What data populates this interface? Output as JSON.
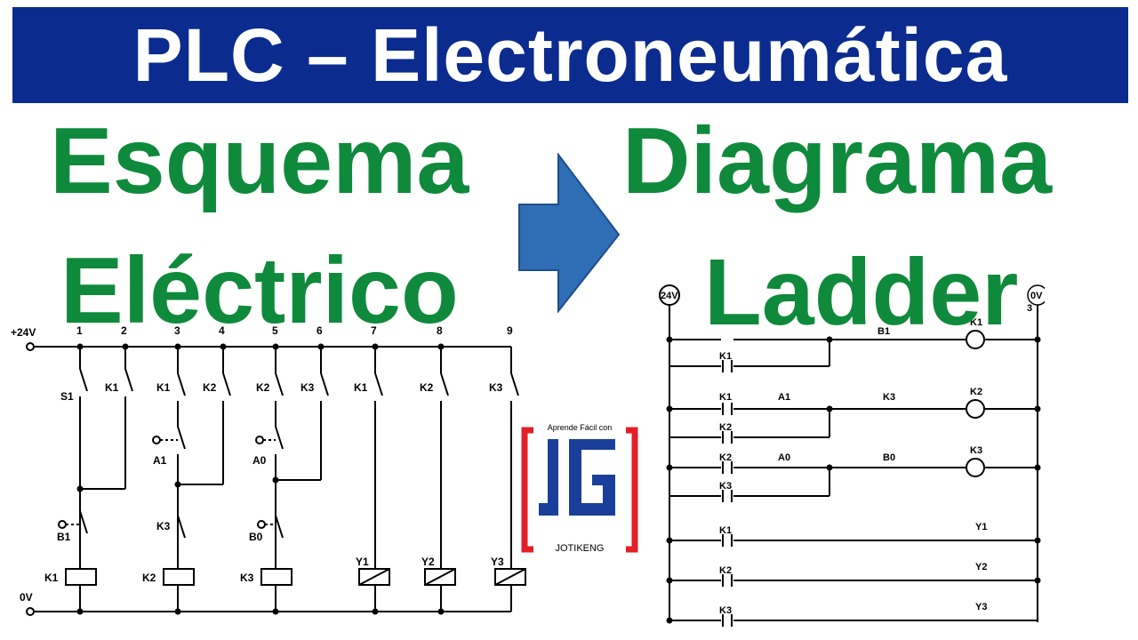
{
  "banner": {
    "title": "PLC – Electroneumática"
  },
  "headings": {
    "left_line1": "Esquema",
    "left_line2": "Eléctrico",
    "right_line1": "Diagrama",
    "right_line2": "Ladder"
  },
  "colors": {
    "banner_bg": "#0b2b8f",
    "heading_green": "#0f8a3c",
    "arrow_blue": "#2f6db5",
    "logo_blue": "#1a3f9a",
    "logo_red": "#e41e26"
  },
  "electric": {
    "supply_top": "+24V",
    "supply_bottom": "0V",
    "columns": [
      "1",
      "2",
      "3",
      "4",
      "5",
      "6",
      "7",
      "8",
      "9"
    ],
    "row1": [
      "S1",
      "K1",
      "K1",
      "K2",
      "K2",
      "K3",
      "K1",
      "K2",
      "K3"
    ],
    "sensors": [
      "A1",
      "A0",
      "B1",
      "B0"
    ],
    "k3_aux": "K3",
    "coils": [
      "K1",
      "K2",
      "K3"
    ],
    "valves": [
      "Y1",
      "Y2",
      "Y3"
    ]
  },
  "ladder": {
    "left_rail": "24V",
    "right_rail": "0V",
    "right_rail_num": "3",
    "rungs": [
      {
        "contacts": [
          "",
          "B1"
        ],
        "output": "K1",
        "branch": "K1"
      },
      {
        "contacts": [
          "K1",
          "A1",
          "K3"
        ],
        "output": "K2",
        "branch": "K2"
      },
      {
        "contacts": [
          "K2",
          "A0",
          "B0"
        ],
        "output": "K3",
        "branch": "K3"
      },
      {
        "contacts": [
          "K1"
        ],
        "output": "Y1"
      },
      {
        "contacts": [
          "K2"
        ],
        "output": "Y2"
      },
      {
        "contacts": [
          "K3"
        ],
        "output": "Y3"
      }
    ]
  },
  "logo": {
    "tagline": "Aprende Fácil con",
    "name": "JOTIKENG"
  }
}
